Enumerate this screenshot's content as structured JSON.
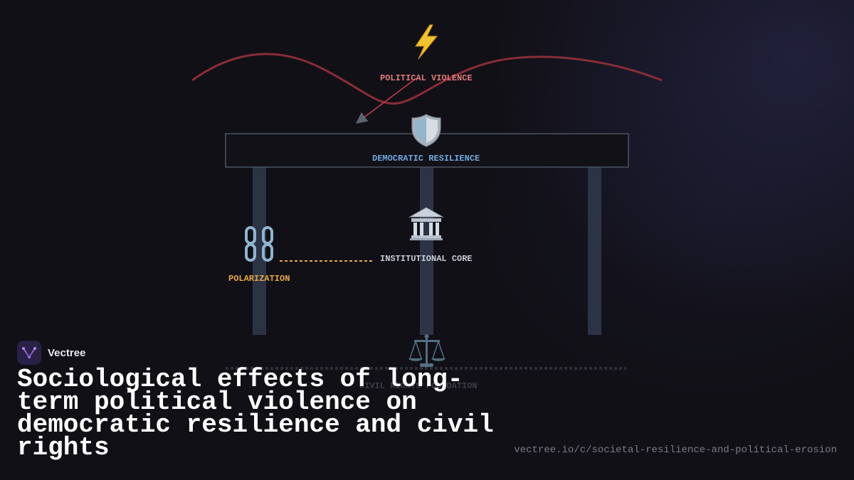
{
  "diagram": {
    "nodes": {
      "political_violence": {
        "label": "POLITICAL VIOLENCE",
        "icon": "lightning-bolt-icon",
        "color": "#e07b7b"
      },
      "democratic_resilience": {
        "label": "DEMOCRATIC RESILIENCE",
        "icon": "shield-icon",
        "color": "#6fa8dc"
      },
      "polarization": {
        "label": "POLARIZATION",
        "icon": "chain-link-icon",
        "color": "#e8a74a"
      },
      "institutional_core": {
        "label": "INSTITUTIONAL CORE",
        "icon": "classical-building-icon",
        "color": "#c8ccd6"
      },
      "civil_rights_foundation": {
        "label": "CIVIL RIGHTS FOUNDATION",
        "icon": "balance-scale-icon",
        "color": "#3a3d47"
      }
    },
    "colors": {
      "wave": "#8e2f38",
      "arrow": "#c0394a",
      "beam_stroke": "#4a5363",
      "pillar": "#2c3344",
      "dashed_link": "#e8a74a",
      "foundation_dots": "#2b2e37"
    }
  },
  "brand": {
    "name": "Vectree",
    "logo_icon": "vectree-logo-icon",
    "logo_bg": "#2a2147"
  },
  "title": "Sociological effects of long-term political violence on democratic resilience and civil rights",
  "url": "vectree.io/c/societal-resilience-and-political-erosion"
}
